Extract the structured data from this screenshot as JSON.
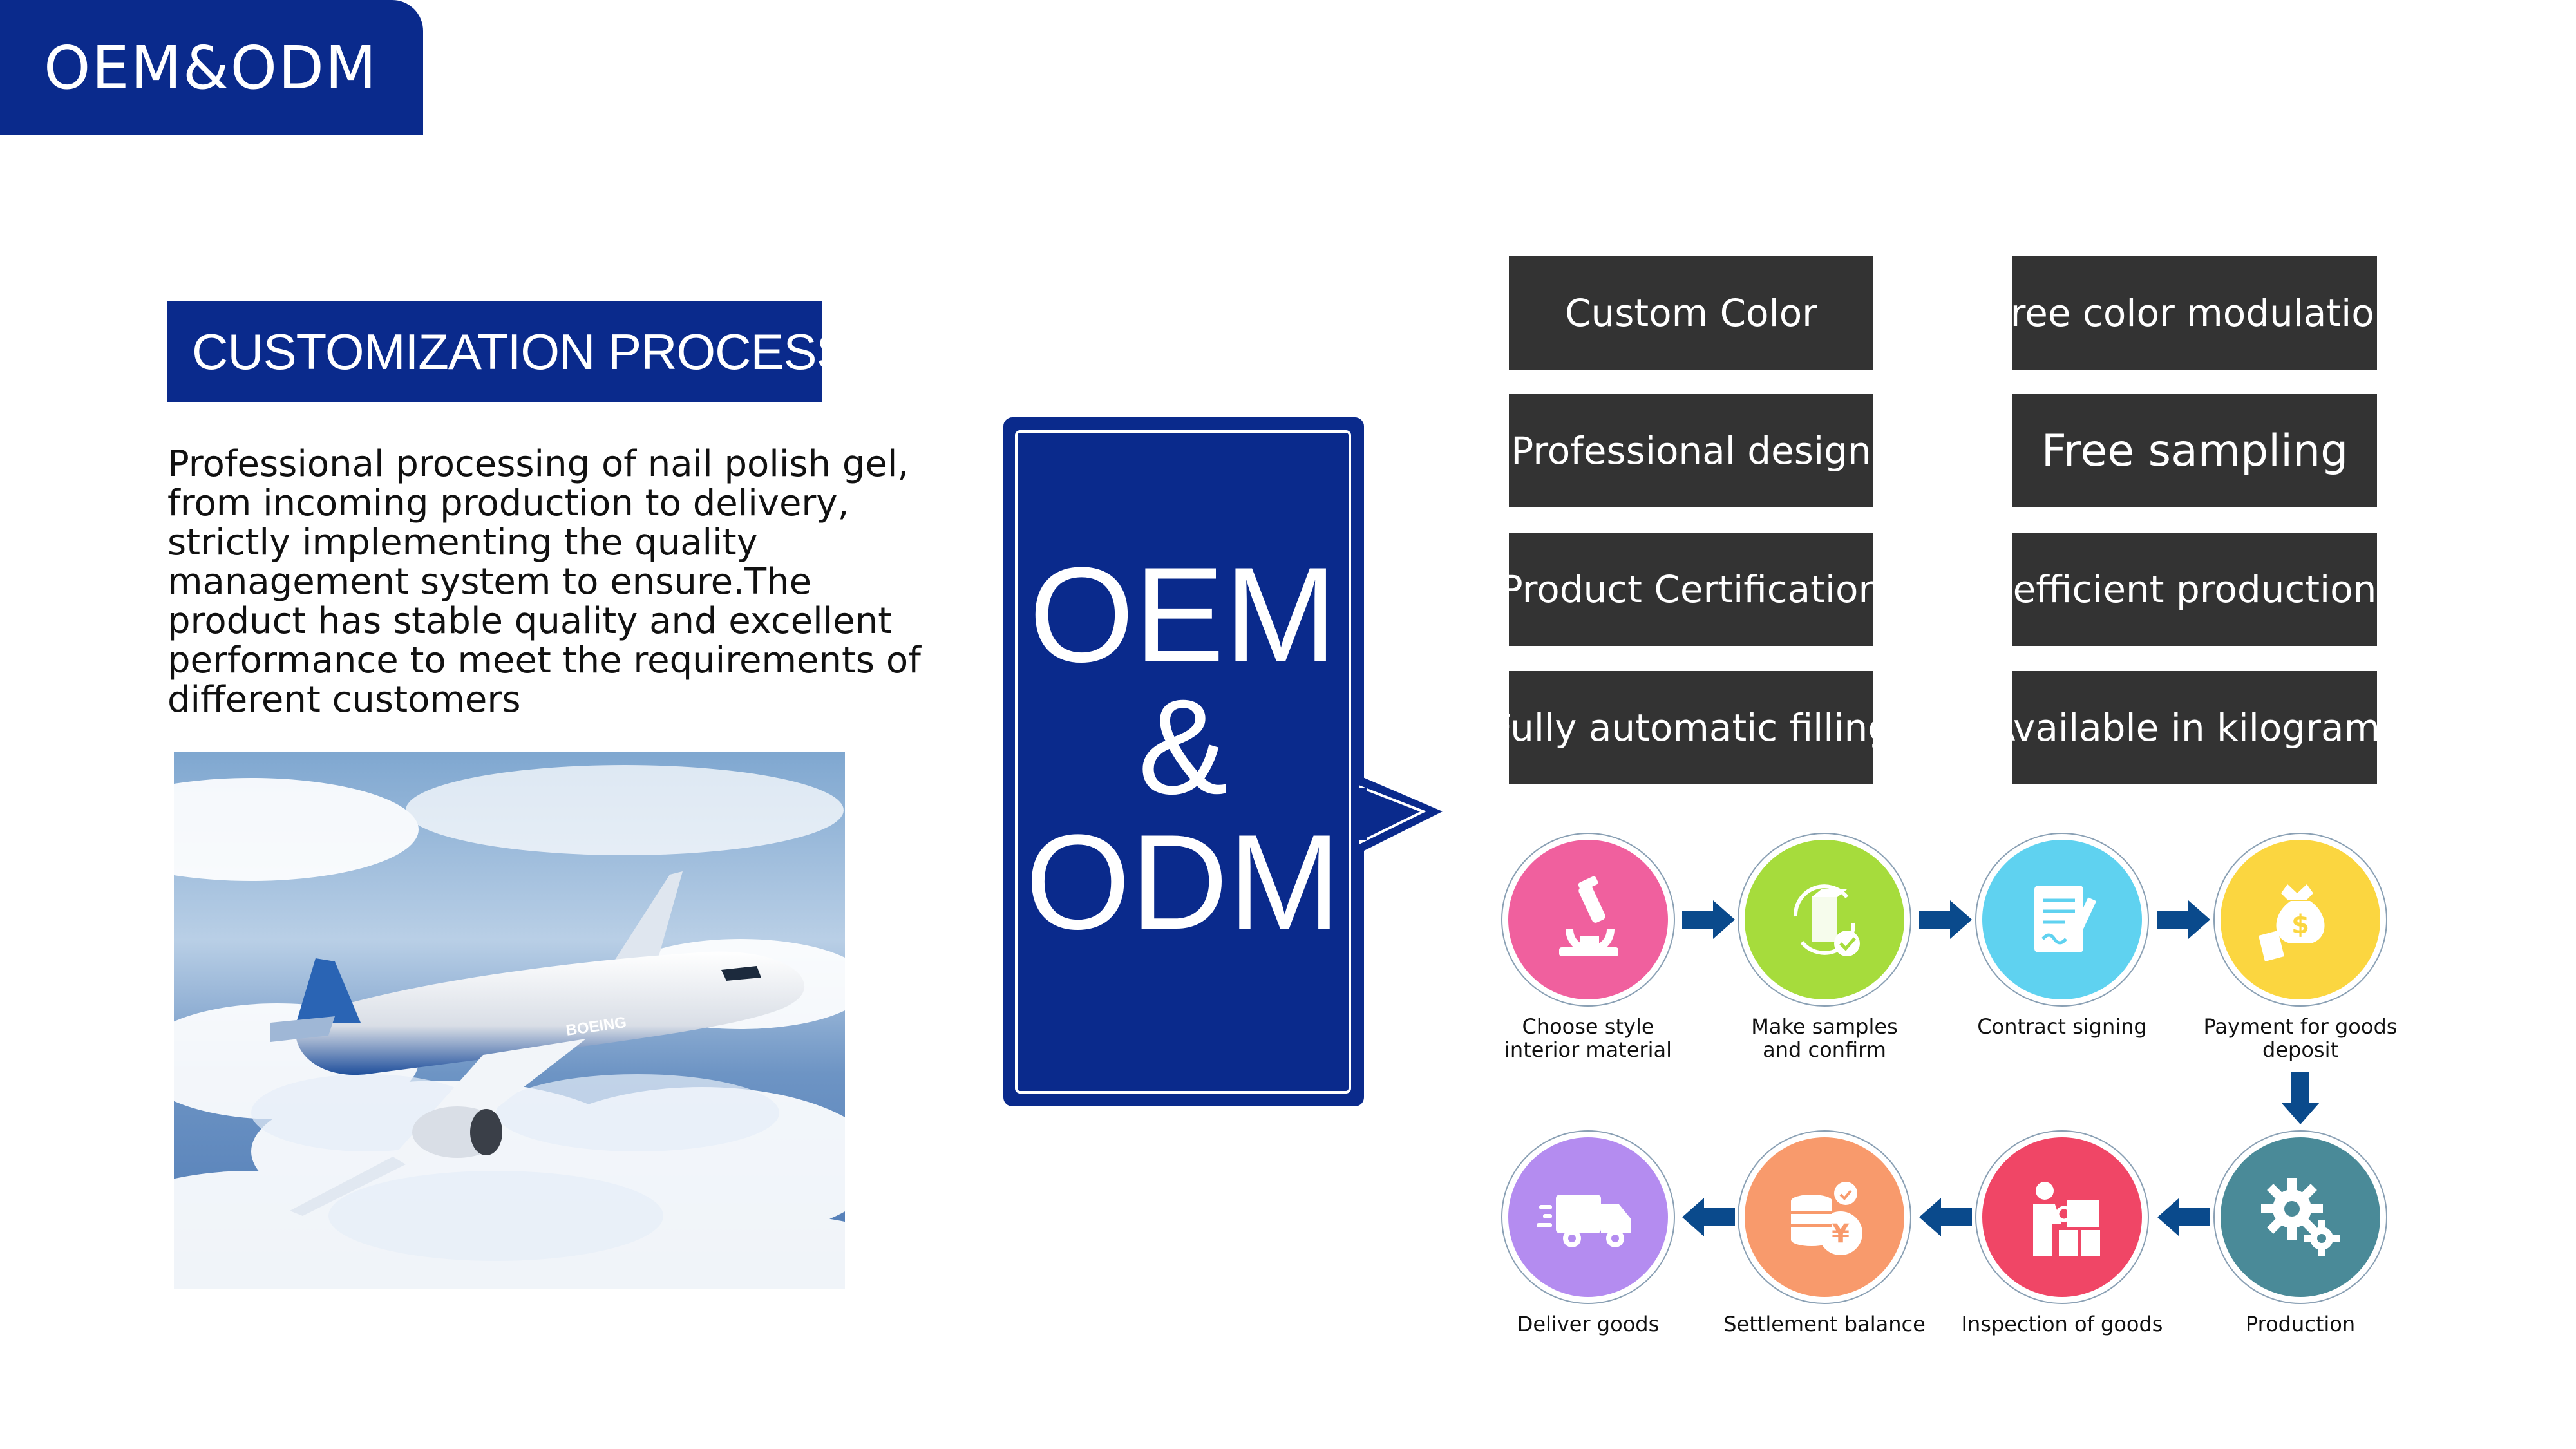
{
  "header": {
    "tab_label": "OEM&ODM"
  },
  "section": {
    "title": "CUSTOMIZATION PROCESS",
    "description": "Professional processing of nail polish gel, from incoming production to delivery, strictly implementing the quality management system to ensure.The product has stable quality and excellent performance to meet the requirements of different customers"
  },
  "photo": {
    "plane_livery": "BOEING"
  },
  "center": {
    "line1": "OEM",
    "line2": "&",
    "line3": "ODM"
  },
  "features": {
    "left": [
      "Custom Color",
      "Professional design",
      "Product Certification",
      "Fully automatic filling"
    ],
    "right": [
      "Free color modulation",
      "Free sampling",
      "efficient production",
      "Available in kilograms"
    ]
  },
  "process": {
    "row1": [
      {
        "label1": "Choose style",
        "label2": "interior material",
        "icon": "microscope-icon",
        "color": "#f0609e"
      },
      {
        "label1": "Make samples",
        "label2": "and confirm",
        "icon": "box-check-icon",
        "color": "#a6dc3c"
      },
      {
        "label1": "Contract signing",
        "label2": "",
        "icon": "contract-icon",
        "color": "#5fd2f0"
      },
      {
        "label1": "Payment for goods",
        "label2": "deposit",
        "icon": "money-bag-icon",
        "color": "#fbd640"
      }
    ],
    "row2": [
      {
        "label1": "Deliver goods",
        "label2": "",
        "icon": "truck-icon",
        "color": "#b48cf0"
      },
      {
        "label1": "Settlement balance",
        "label2": "",
        "icon": "coins-yen-icon",
        "color": "#f89a6c"
      },
      {
        "label1": "Inspection of goods",
        "label2": "",
        "icon": "inspection-icon",
        "color": "#f04666"
      },
      {
        "label1": "Production",
        "label2": "",
        "icon": "gears-icon",
        "color": "#4a8a98"
      }
    ],
    "arrow_color": "#0a4a8c"
  },
  "colors": {
    "brand_blue": "#0a2a8c",
    "feature_bg": "#333333"
  }
}
